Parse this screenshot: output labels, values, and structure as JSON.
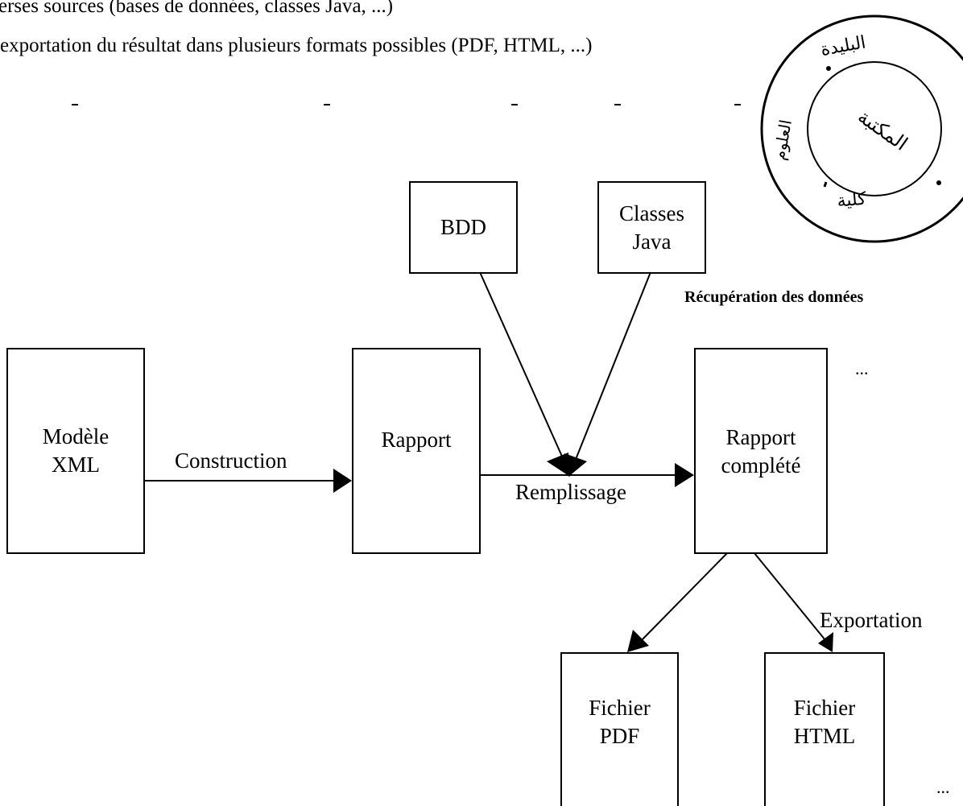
{
  "text": {
    "line1": "erses sources (bases de données, classes Java, ...)",
    "line2": "exportation du résultat dans plusieurs formats possibles (PDF, HTML, ...)"
  },
  "nodes": {
    "bdd": {
      "line1": "BDD"
    },
    "classes_java": {
      "line1": "Classes",
      "line2": "Java"
    },
    "modele_xml": {
      "line1": "Modèle",
      "line2": "XML"
    },
    "rapport": {
      "line1": "Rapport"
    },
    "rapport_complete": {
      "line1": "Rapport",
      "line2": "complété"
    },
    "fichier_pdf": {
      "line1": "Fichier",
      "line2": "PDF"
    },
    "fichier_html": {
      "line1": "Fichier",
      "line2": "HTML"
    }
  },
  "labels": {
    "construction": "Construction",
    "remplissage": "Remplissage",
    "recuperation": "Récupération des données",
    "exportation": "Exportation",
    "ellipsis_right": "...",
    "ellipsis_bottom": "..."
  },
  "stamp": {
    "type": "library stamp",
    "text": "المكتبة - كلية العلوم - البليدة"
  }
}
